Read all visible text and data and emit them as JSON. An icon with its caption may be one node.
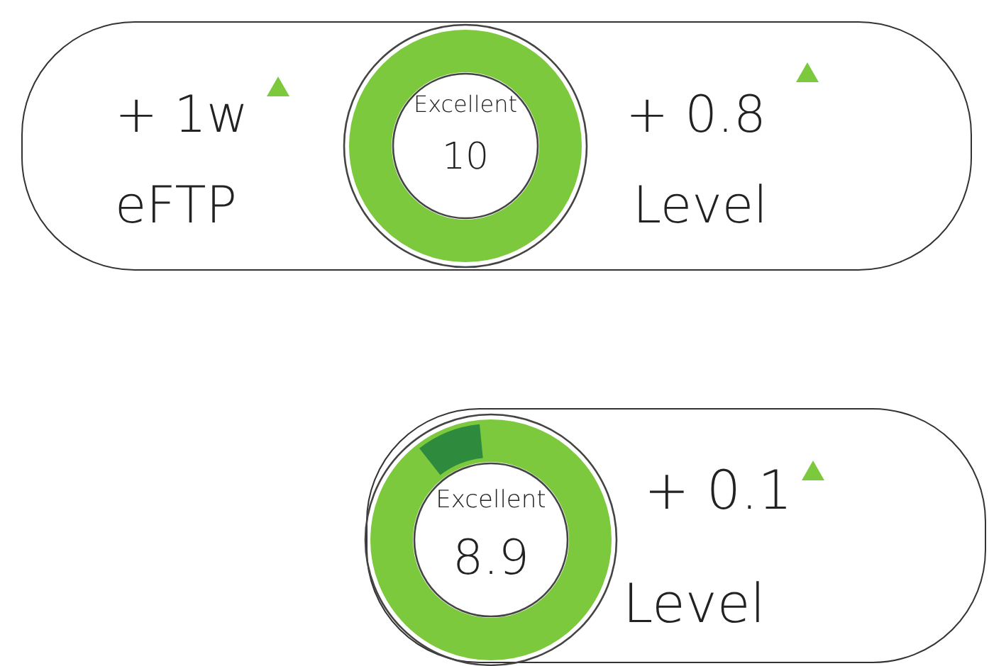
{
  "diagram": {
    "nodes": [
      {
        "text": [
          "+ 1w",
          "eFTP",
          "+ 0.8",
          "Level"
        ]
      },
      {
        "text": [
          "Excellent",
          "10"
        ],
        "in": 0
      },
      {
        "text": [
          "+ 0.1",
          "Level"
        ]
      },
      {
        "text": [
          "Excellent",
          "8.9"
        ],
        "in": 2
      }
    ]
  }
}
